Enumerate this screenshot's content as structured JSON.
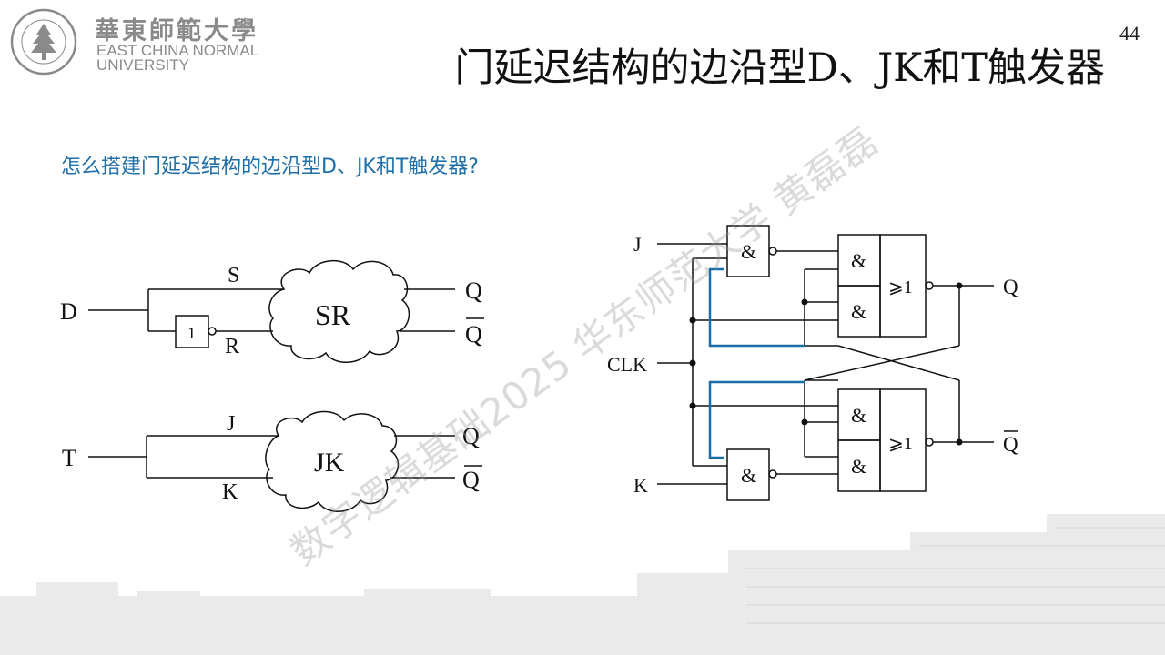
{
  "header": {
    "logo_cn": "華東師範大學",
    "logo_en_line1": "EAST CHINA NORMAL",
    "logo_en_line2": "UNIVERSITY",
    "page_number": "44"
  },
  "slide": {
    "title": "门延迟结构的边沿型D、JK和T触发器",
    "question": "怎么搭建门延迟结构的边沿型D、JK和T触发器?",
    "watermark": "数字逻辑基础2025 华东师范大学 黄磊磊"
  },
  "d_circuit": {
    "input": "D",
    "s_label": "S",
    "r_label": "R",
    "not_gate": "1",
    "block": "SR",
    "out_q": "Q",
    "out_qbar": "Q"
  },
  "t_circuit": {
    "input": "T",
    "j_label": "J",
    "k_label": "K",
    "block": "JK",
    "out_q": "Q",
    "out_qbar": "Q"
  },
  "jk_circuit": {
    "in_j": "J",
    "in_clk": "CLK",
    "in_k": "K",
    "nand_symbol": "&",
    "and_symbol": "&",
    "nor_symbol": "⩾1",
    "out_q": "Q",
    "out_qbar": "Q"
  },
  "colors": {
    "accent_blue": "#1f6fa8",
    "highlight_wire": "#1a6ea8"
  }
}
